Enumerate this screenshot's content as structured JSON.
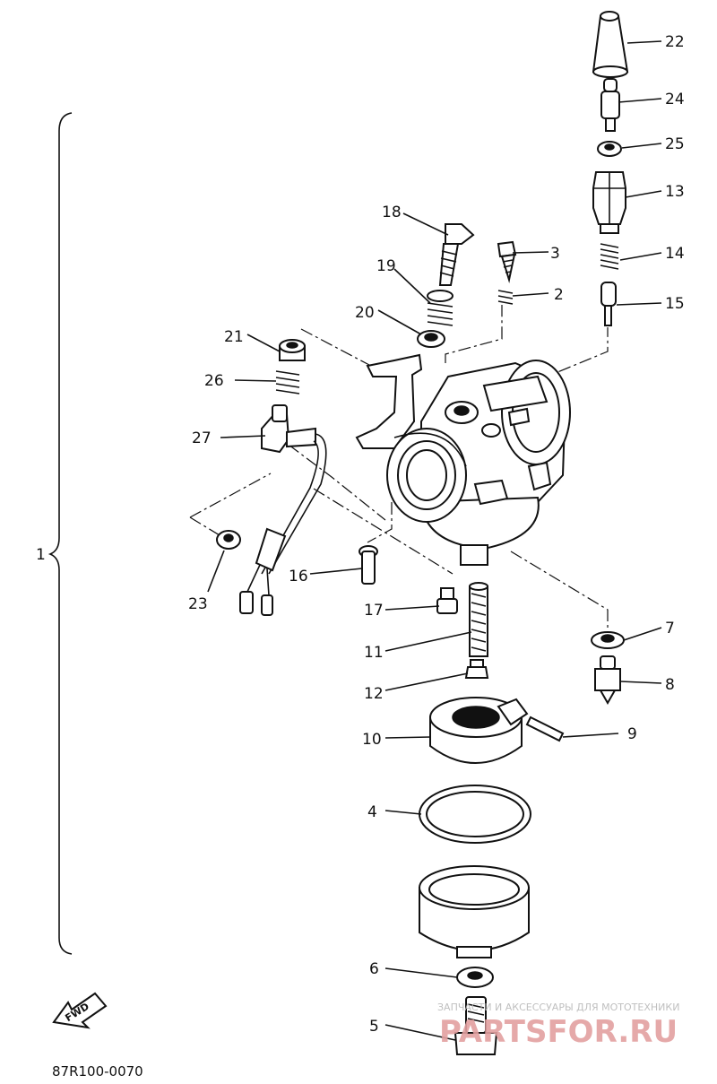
{
  "callouts": [
    {
      "id": "22",
      "text": "22"
    },
    {
      "id": "24",
      "text": "24"
    },
    {
      "id": "25",
      "text": "25"
    },
    {
      "id": "13",
      "text": "13"
    },
    {
      "id": "14",
      "text": "14"
    },
    {
      "id": "15",
      "text": "15"
    },
    {
      "id": "18",
      "text": "18"
    },
    {
      "id": "3",
      "text": "3"
    },
    {
      "id": "19",
      "text": "19"
    },
    {
      "id": "2",
      "text": "2"
    },
    {
      "id": "20",
      "text": "20"
    },
    {
      "id": "21",
      "text": "21"
    },
    {
      "id": "26",
      "text": "26"
    },
    {
      "id": "27",
      "text": "27"
    },
    {
      "id": "1",
      "text": "1"
    },
    {
      "id": "23",
      "text": "23"
    },
    {
      "id": "16",
      "text": "16"
    },
    {
      "id": "17",
      "text": "17"
    },
    {
      "id": "11",
      "text": "11"
    },
    {
      "id": "12",
      "text": "12"
    },
    {
      "id": "7",
      "text": "7"
    },
    {
      "id": "8",
      "text": "8"
    },
    {
      "id": "10",
      "text": "10"
    },
    {
      "id": "9",
      "text": "9"
    },
    {
      "id": "4",
      "text": "4"
    },
    {
      "id": "6",
      "text": "6"
    },
    {
      "id": "5",
      "text": "5"
    }
  ],
  "fwd_label": "FWD",
  "diagram_code": "87R100-0070",
  "watermark": {
    "line1": "ЗАПЧАСТИ И АКСЕССУАРЫ ДЛЯ МОТОТЕХНИКИ",
    "line2": "PARTSFOR.RU"
  }
}
